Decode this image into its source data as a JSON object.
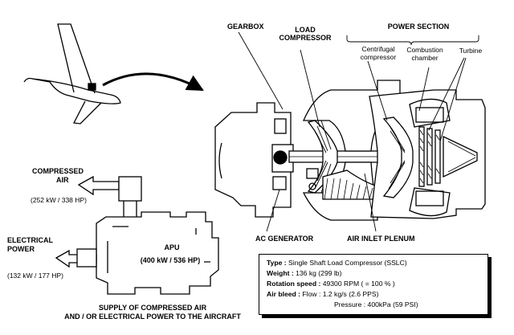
{
  "labels": {
    "gearbox": "GEARBOX",
    "load_compressor": [
      "LOAD",
      "COMPRESSOR"
    ],
    "power_section": "POWER SECTION",
    "centrifugal_compressor": [
      "Centrifugal",
      "compressor"
    ],
    "combustion_chamber": [
      "Combustion",
      "chamber"
    ],
    "turbine": "Turbine",
    "ac_generator": "AC GENERATOR",
    "air_inlet_plenum": "AIR INLET PLENUM",
    "compressed_air": [
      "COMPRESSED",
      "AIR"
    ],
    "compressed_air_power": "(252 kW / 338 HP)",
    "electrical_power": [
      "ELECTRICAL",
      "POWER"
    ],
    "electrical_power_value": "(132 kW / 177 HP)",
    "apu": "APU",
    "apu_power": "(400 kW / 536 HP)",
    "supply_caption": [
      "SUPPLY OF COMPRESSED AIR",
      "AND / OR ELECTRICAL POWER TO THE AIRCRAFT"
    ]
  },
  "specs": {
    "type_label": "Type :",
    "type_value": " Single Shaft Load Compressor (SSLC)",
    "weight_label": "Weight :",
    "weight_value": " 136 kg (299 lb)",
    "speed_label": "Rotation speed :",
    "speed_value": " 49300 RPM   ( = 100 % )",
    "bleed_label": "Air bleed :",
    "bleed_value": " Flow : 1.2 kg/s (2.6 PPS)",
    "pressure_value": "Pressure : 400kPa (59 PSI)"
  }
}
